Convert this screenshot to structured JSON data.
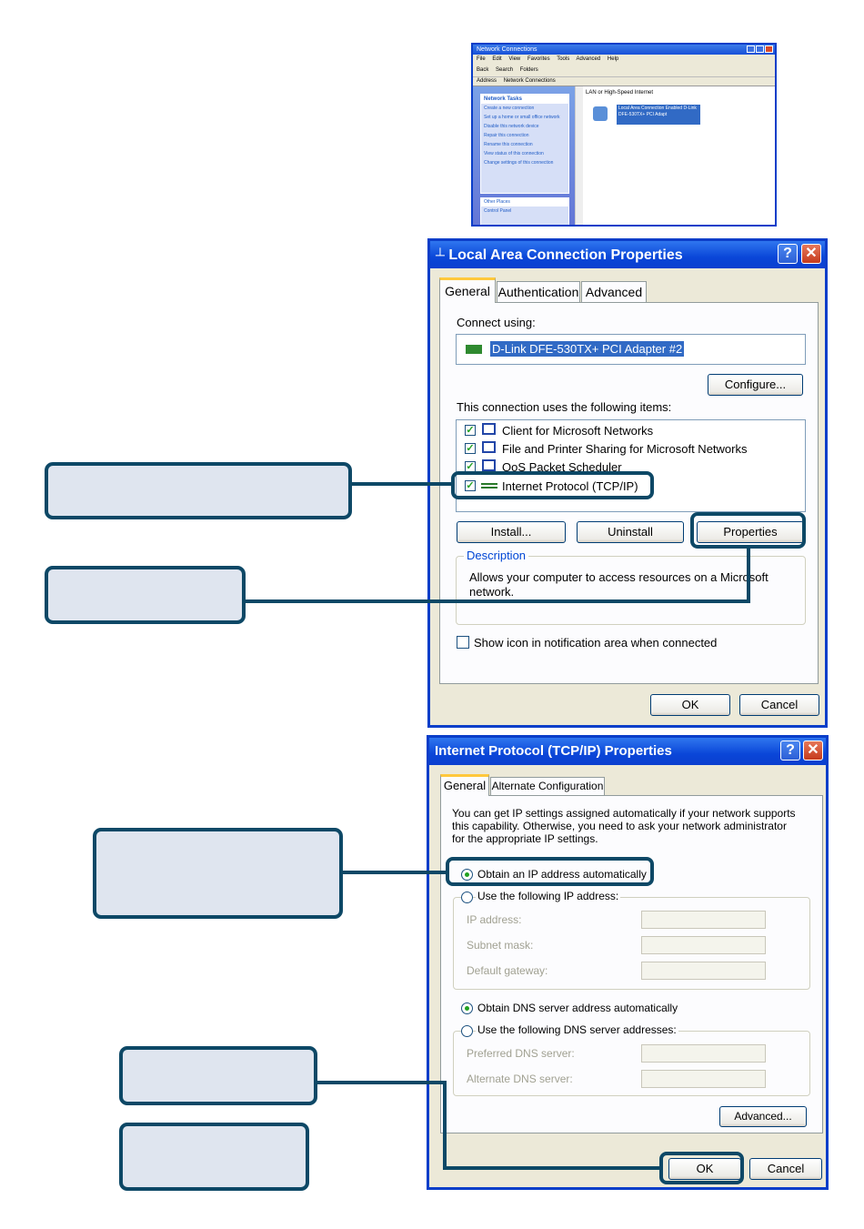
{
  "network_window": {
    "title": "Network Connections",
    "menu": [
      "File",
      "Edit",
      "View",
      "Favorites",
      "Tools",
      "Advanced",
      "Help"
    ],
    "toolbar": [
      "Back",
      "Search",
      "Folders"
    ],
    "address_label": "Address",
    "address_value": "Network Connections",
    "tasks_header": "Network Tasks",
    "tasks": [
      "Create a new connection",
      "Set up a home or small office network",
      "Disable this network device",
      "Repair this connection",
      "Rename this connection",
      "View status of this connection",
      "Change settings of this connection"
    ],
    "other_header": "Other Places",
    "other_item": "Control Panel",
    "group_header": "LAN or High-Speed Internet",
    "lan_item": "Local Area Connection Enabled D-Link DFE-530TX+ PCI Adapt"
  },
  "lan_dialog": {
    "title": "Local Area Connection Properties",
    "tabs": [
      "General",
      "Authentication",
      "Advanced"
    ],
    "connect_using_label": "Connect using:",
    "adapter": "D-Link DFE-530TX+ PCI Adapter #2",
    "configure_button": "Configure...",
    "items_label": "This connection uses the following items:",
    "items": [
      "Client for Microsoft Networks",
      "File and Printer Sharing for Microsoft Networks",
      "QoS Packet Scheduler",
      "Internet Protocol (TCP/IP)"
    ],
    "install_button": "Install...",
    "uninstall_button": "Uninstall",
    "properties_button": "Properties",
    "description_label": "Description",
    "description_text": "Allows your computer to access resources on a Microsoft network.",
    "show_icon_label": "Show icon in notification area when connected",
    "ok_button": "OK",
    "cancel_button": "Cancel"
  },
  "tcpip_dialog": {
    "title": "Internet Protocol (TCP/IP) Properties",
    "tabs": [
      "General",
      "Alternate Configuration"
    ],
    "intro": "You can get IP settings assigned automatically if your network supports this capability. Otherwise, you need to ask your network administrator for the appropriate IP settings.",
    "obtain_ip_auto": "Obtain an IP address automatically",
    "use_following_ip": "Use the following IP address:",
    "ip_address_label": "IP address:",
    "subnet_mask_label": "Subnet mask:",
    "default_gateway_label": "Default gateway:",
    "obtain_dns_auto": "Obtain DNS server address automatically",
    "use_following_dns": "Use the following DNS server addresses:",
    "preferred_dns_label": "Preferred DNS server:",
    "alternate_dns_label": "Alternate DNS server:",
    "advanced_button": "Advanced...",
    "ok_button": "OK",
    "cancel_button": "Cancel"
  },
  "colors": {
    "xp_blue": "#0a3ec9",
    "callout_border": "#0d4866",
    "callout_fill": "#dfe5ef"
  }
}
